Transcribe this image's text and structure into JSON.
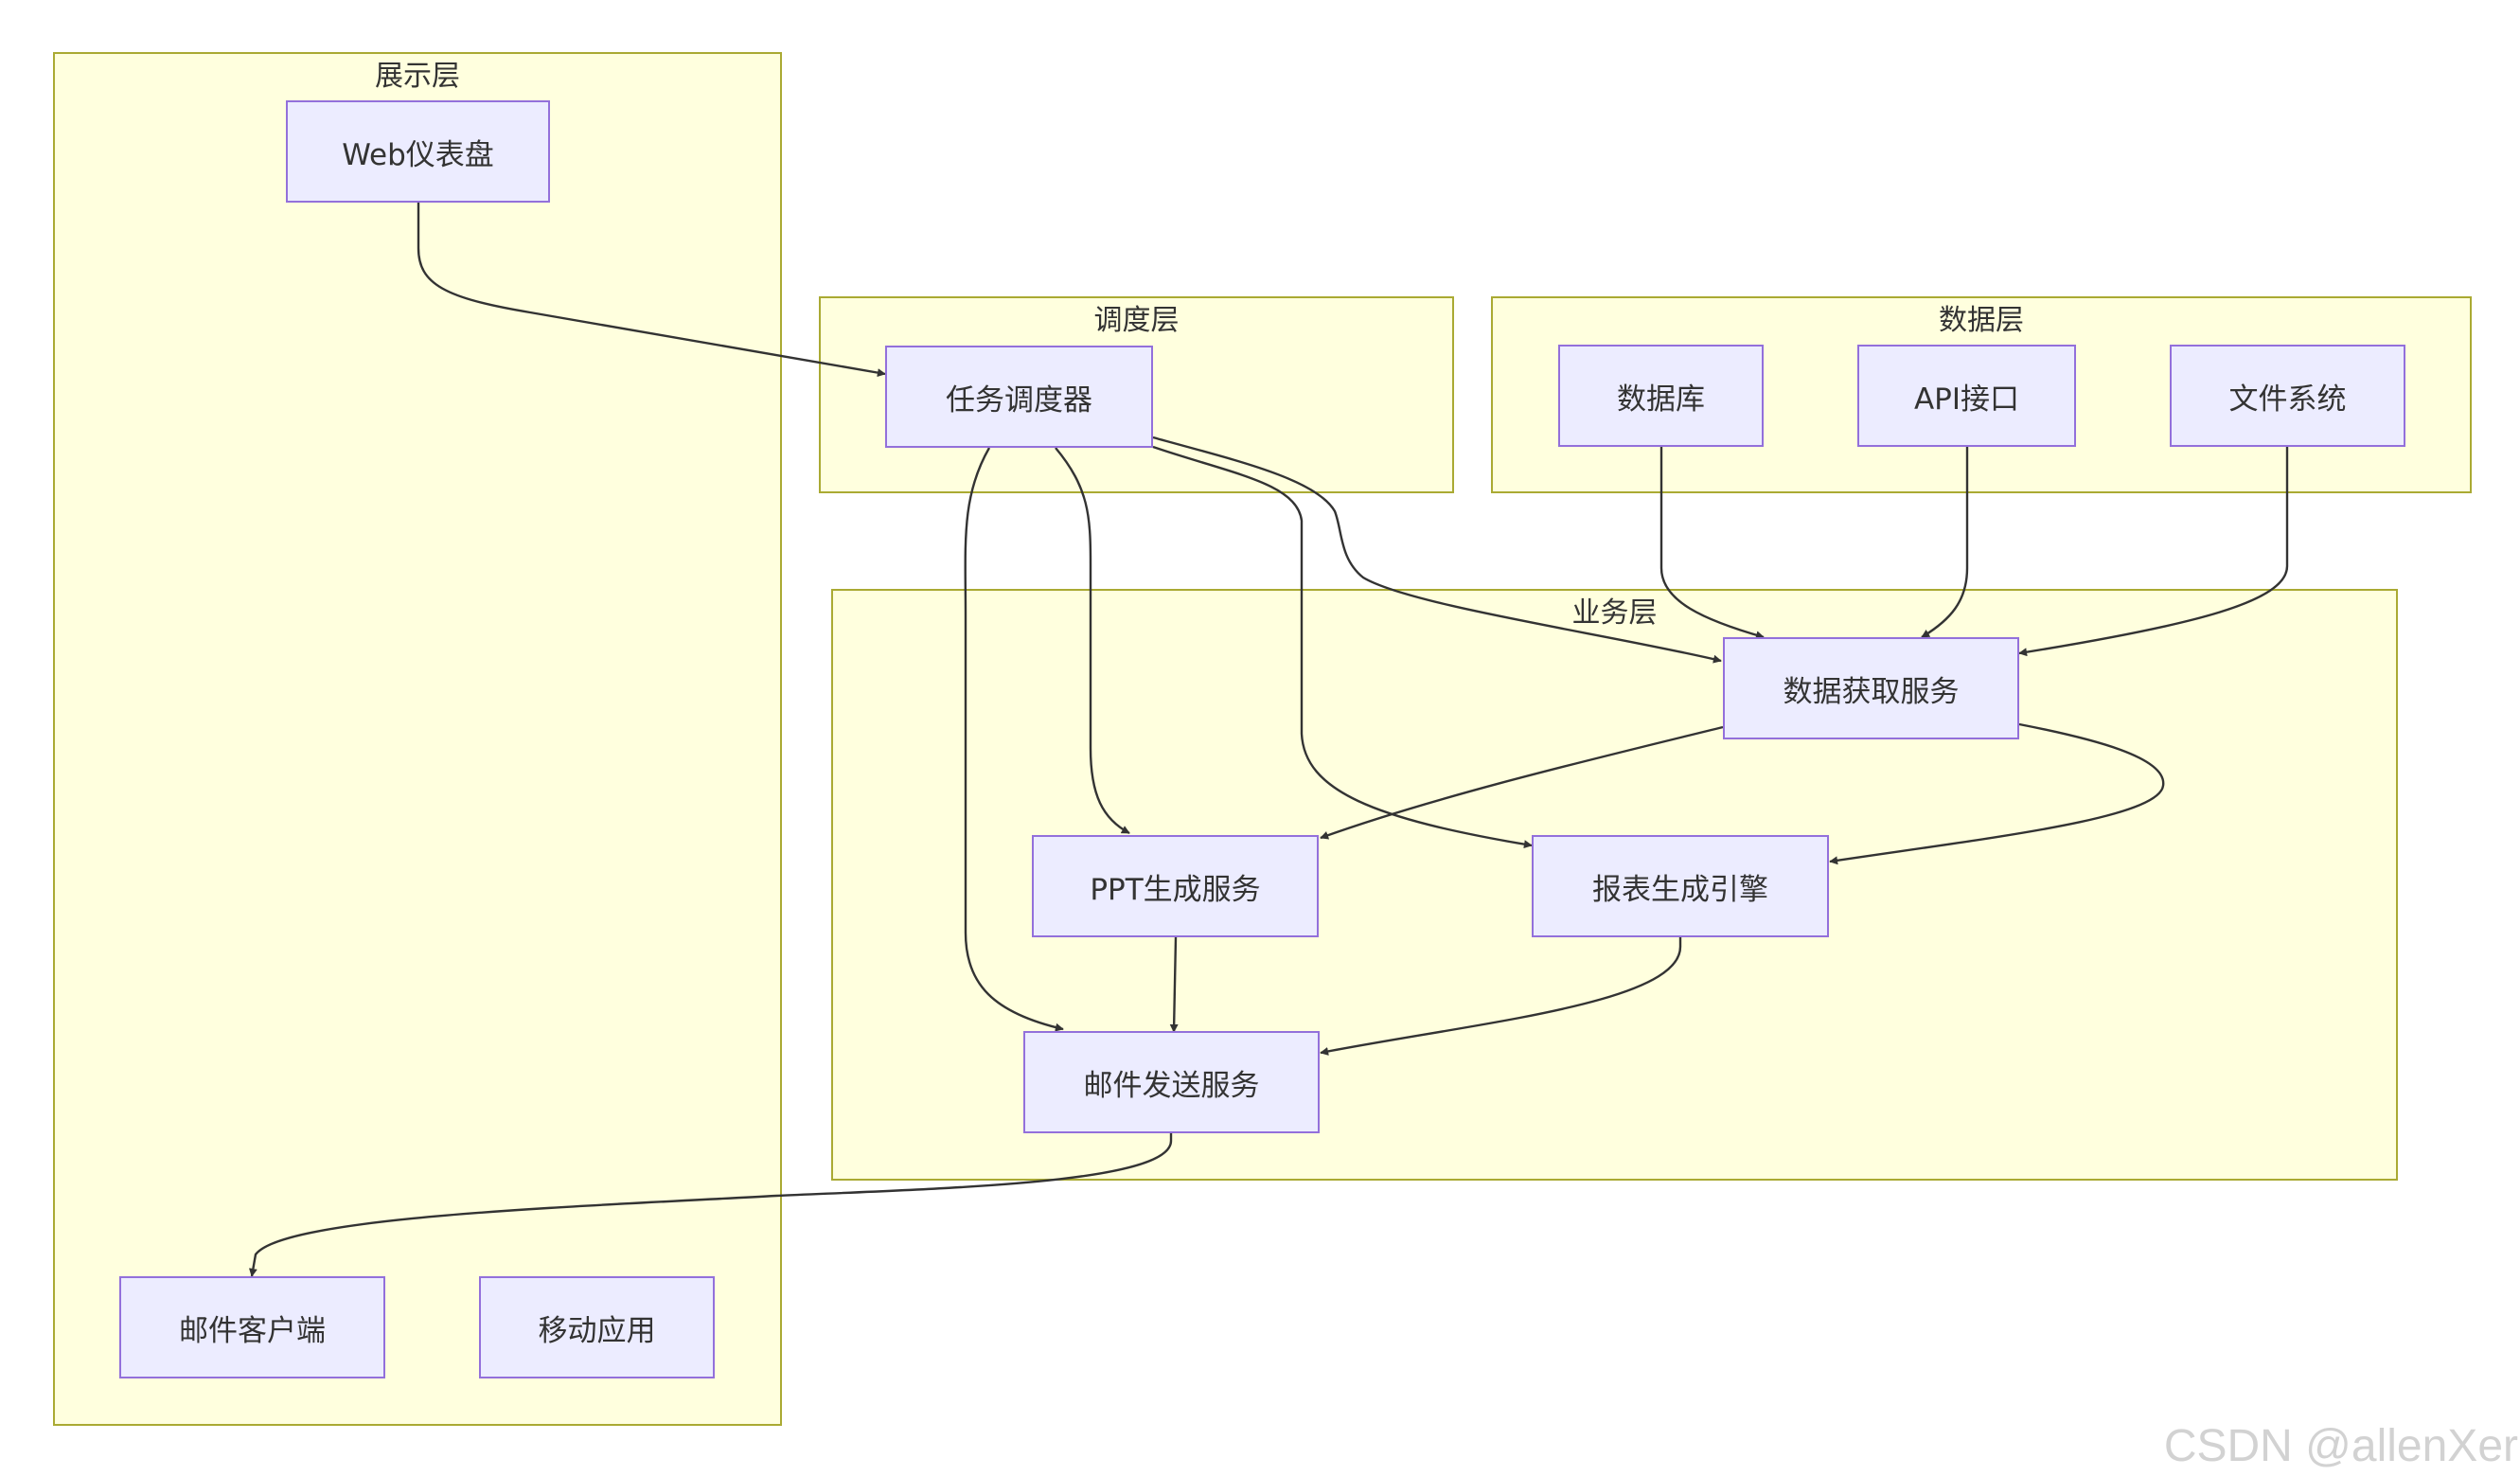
{
  "clusters": {
    "presentation": "展示层",
    "scheduling": "调度层",
    "data": "数据层",
    "business": "业务层"
  },
  "nodes": {
    "web_dashboard": "Web仪表盘",
    "task_scheduler": "任务调度器",
    "database": "数据库",
    "api": "API接口",
    "file_system": "文件系统",
    "data_fetch": "数据获取服务",
    "ppt_gen": "PPT生成服务",
    "report_engine": "报表生成引擎",
    "mail_send": "邮件发送服务",
    "mail_client": "邮件客户端",
    "mobile_app": "移动应用"
  },
  "edges": [
    {
      "from": "web_dashboard",
      "to": "task_scheduler"
    },
    {
      "from": "task_scheduler",
      "to": "data_fetch"
    },
    {
      "from": "task_scheduler",
      "to": "ppt_gen"
    },
    {
      "from": "task_scheduler",
      "to": "report_engine"
    },
    {
      "from": "task_scheduler",
      "to": "mail_send"
    },
    {
      "from": "database",
      "to": "data_fetch"
    },
    {
      "from": "api",
      "to": "data_fetch"
    },
    {
      "from": "file_system",
      "to": "data_fetch"
    },
    {
      "from": "data_fetch",
      "to": "ppt_gen"
    },
    {
      "from": "data_fetch",
      "to": "report_engine"
    },
    {
      "from": "ppt_gen",
      "to": "mail_send"
    },
    {
      "from": "report_engine",
      "to": "mail_send"
    },
    {
      "from": "mail_send",
      "to": "mail_client"
    }
  ],
  "watermark": "CSDN @allenXer"
}
